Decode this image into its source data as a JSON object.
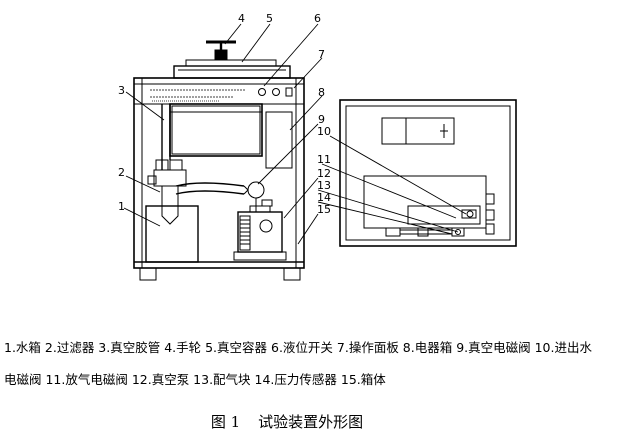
{
  "figure": {
    "number": "图 1",
    "title": "试验装置外形图",
    "caption_line1": "1.水箱 2.过滤器 3.真空胶管 4.手轮 5.真空容器 6.液位开关 7.操作面板 8.电器箱 9.真空电磁阀 10.进出水",
    "caption_line2": "电磁阀 11.放气电磁阀 12.真空泵 13.配气块 14.压力传感器 15.箱体"
  },
  "callouts": [
    "1",
    "2",
    "3",
    "4",
    "5",
    "6",
    "7",
    "8",
    "9",
    "10",
    "11",
    "12",
    "13",
    "14",
    "15"
  ]
}
